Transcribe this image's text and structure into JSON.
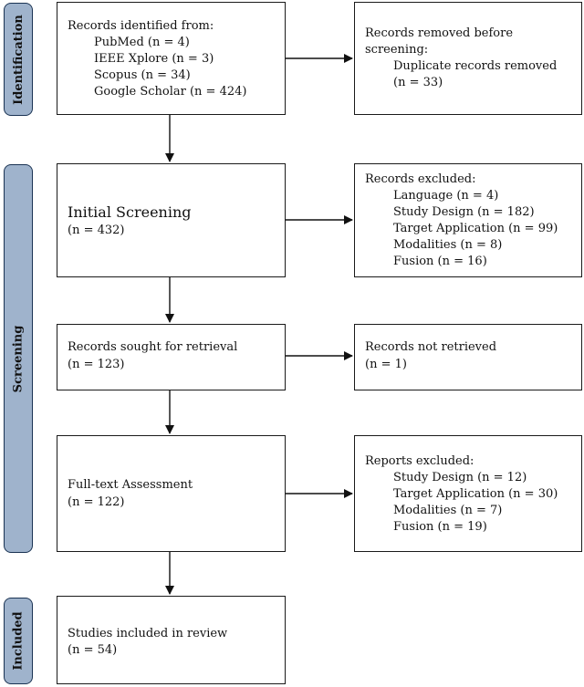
{
  "phases": {
    "identification": "Identification",
    "screening": "Screening",
    "included": "Included"
  },
  "identified": {
    "title": "Records identified from:",
    "sources": [
      "PubMed (n = 4)",
      "IEEE Xplore (n = 3)",
      "Scopus (n = 34)",
      "Google Scholar (n = 424)"
    ]
  },
  "removed": {
    "title_line1": "Records removed before",
    "title_line2": "screening:",
    "item_line1": "Duplicate records removed",
    "item_line2": "(n = 33)"
  },
  "initial": {
    "title": "Initial Screening",
    "count": "(n = 432)"
  },
  "excluded": {
    "title": "Records excluded:",
    "items": [
      "Language (n = 4)",
      "Study Design (n = 182)",
      "Target Application (n = 99)",
      "Modalities (n = 8)",
      "Fusion (n = 16)"
    ]
  },
  "sought": {
    "title": "Records sought for retrieval",
    "count": "(n = 123)"
  },
  "not_retrieved": {
    "title": "Records not retrieved",
    "count": "(n = 1)"
  },
  "fulltext": {
    "title": "Full-text Assessment",
    "count": "(n = 122)"
  },
  "reports_excluded": {
    "title": "Reports excluded:",
    "items": [
      "Study Design (n = 12)",
      "Target Application (n = 30)",
      "Modalities (n = 7)",
      "Fusion (n = 19)"
    ]
  },
  "included": {
    "title": "Studies included in review",
    "count": "(n = 54)"
  }
}
